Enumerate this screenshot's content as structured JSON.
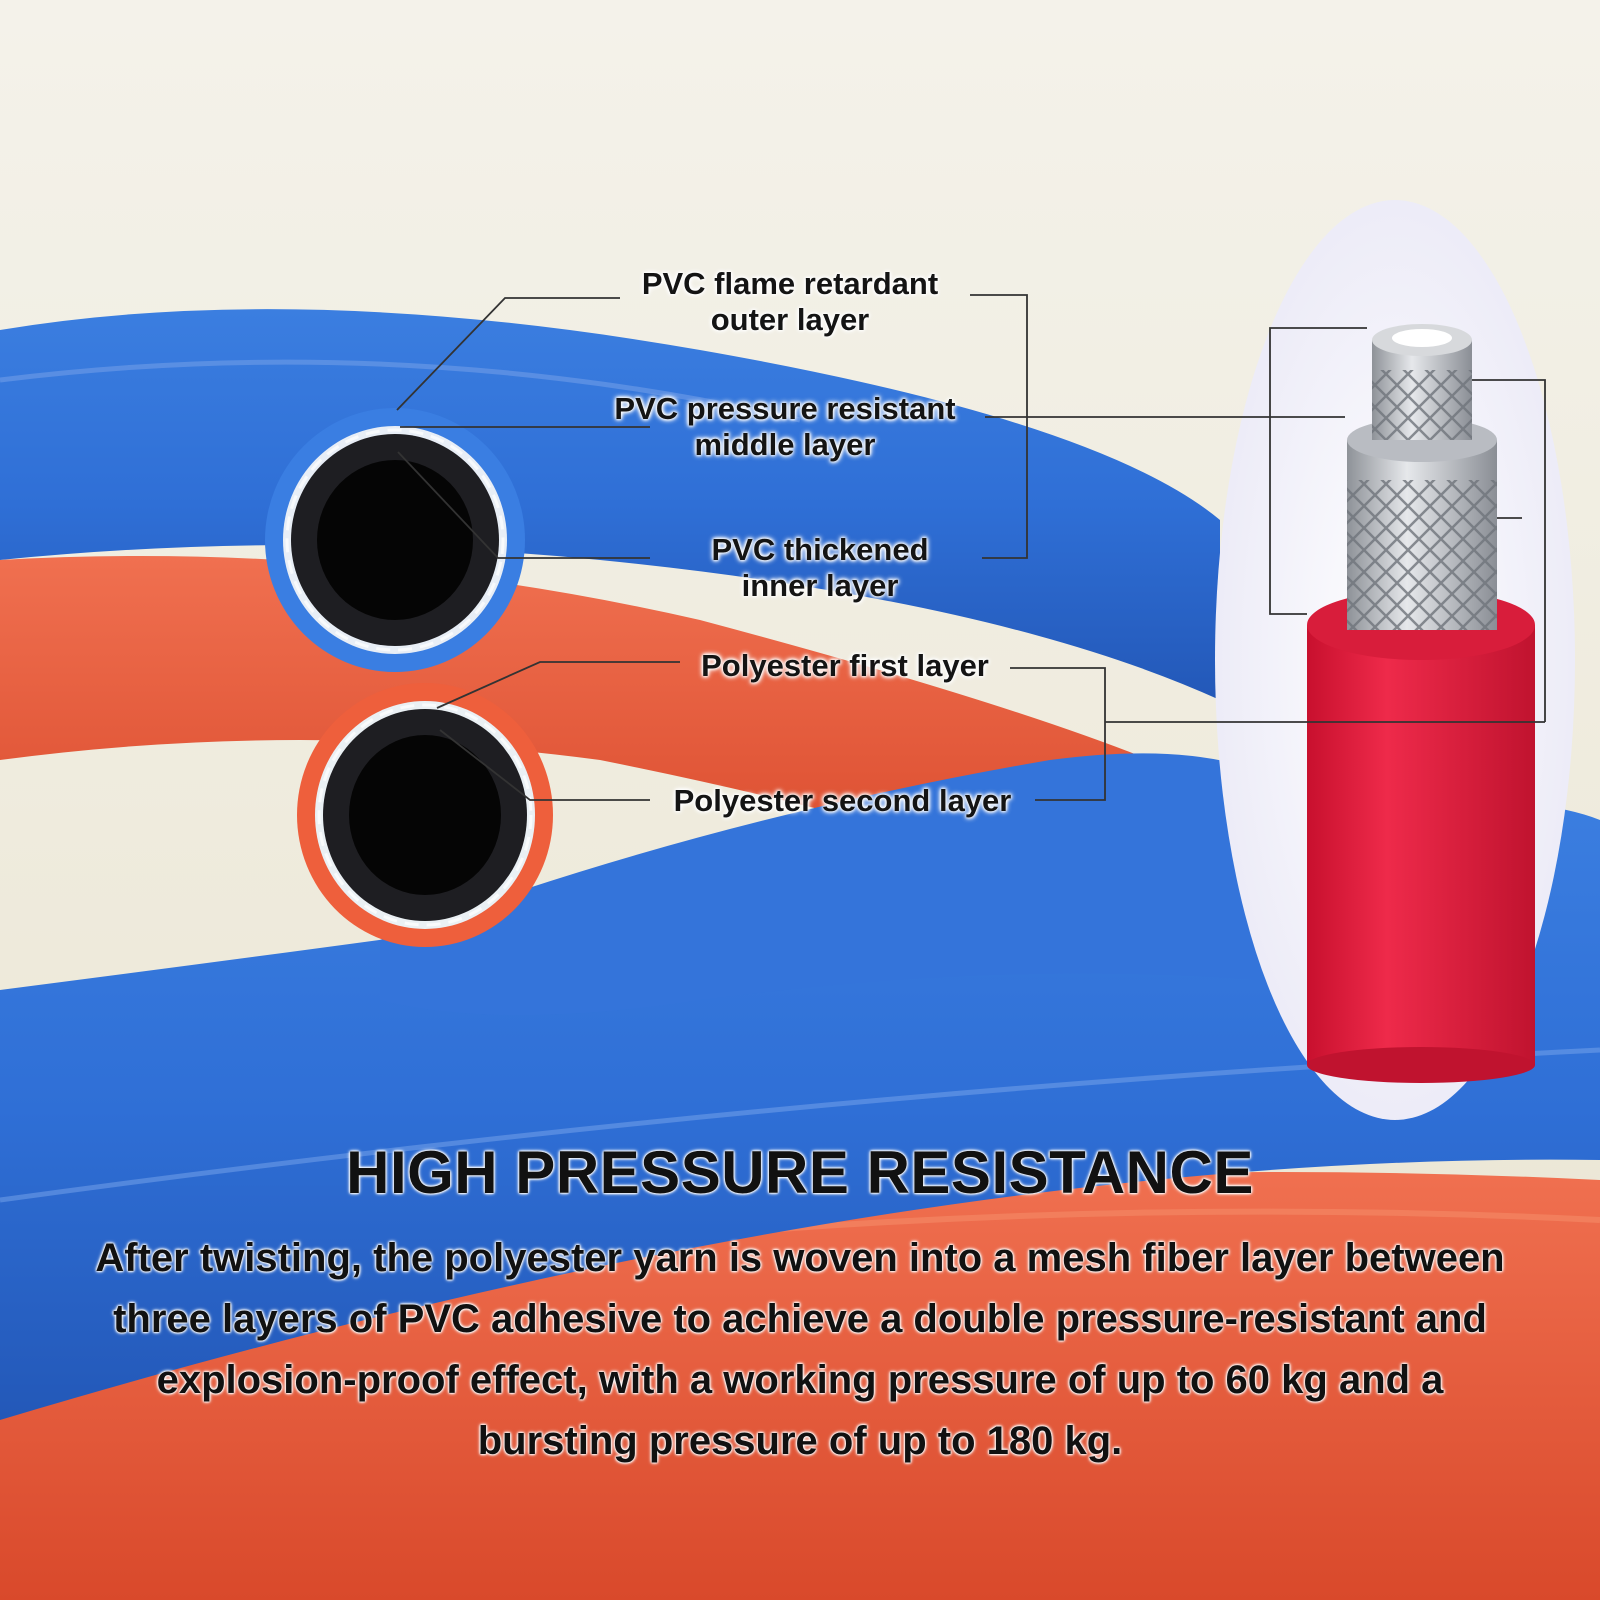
{
  "callouts": {
    "outer": {
      "line1": "PVC flame retardant",
      "line2": "outer layer"
    },
    "middle": {
      "line1": "PVC pressure resistant",
      "line2": "middle layer"
    },
    "inner": {
      "line1": "PVC thickened",
      "line2": "inner layer"
    },
    "poly1": {
      "line1": "Polyester first layer"
    },
    "poly2": {
      "line1": "Polyester second layer"
    }
  },
  "headline": "HIGH PRESSURE RESISTANCE",
  "description": "After twisting, the polyester yarn is woven into a mesh fiber layer between three layers of PVC adhesive to achieve a double pressure-resistant and explosion-proof effect, with a working pressure of up to 60 kg and a bursting pressure of up to 180 kg.",
  "colors": {
    "hose_blue": "#2f6fd6",
    "hose_orange": "#ea5a3a",
    "diagram_red": "#e01c3c",
    "mesh_silver": "#c4c7cc",
    "background": "#f3f0e6"
  }
}
